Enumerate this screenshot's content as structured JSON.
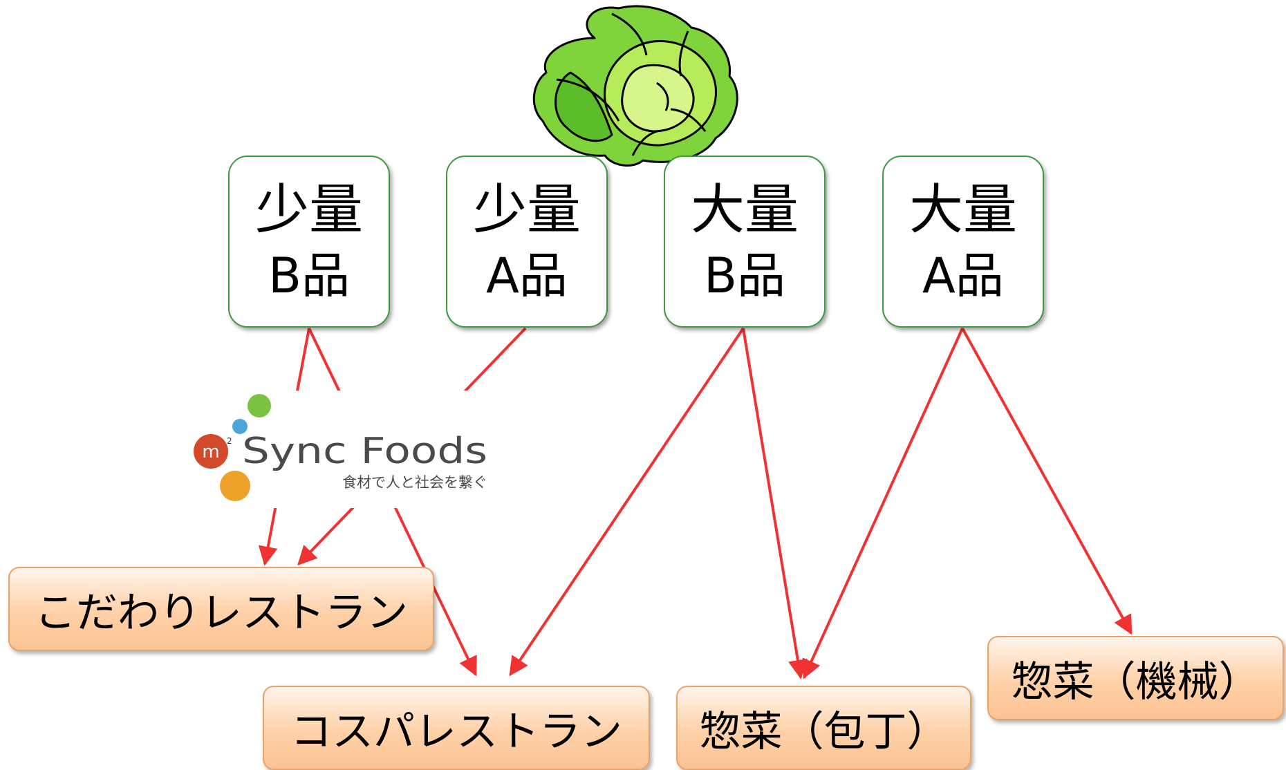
{
  "sources": [
    {
      "id": "s1",
      "line1": "少量",
      "line2": "B品"
    },
    {
      "id": "s2",
      "line1": "少量",
      "line2": "A品"
    },
    {
      "id": "s3",
      "line1": "大量",
      "line2": "B品"
    },
    {
      "id": "s4",
      "line1": "大量",
      "line2": "A品"
    }
  ],
  "destinations": [
    {
      "id": "d1",
      "label": "こだわりレストラン"
    },
    {
      "id": "d2",
      "label": "コスパレストラン"
    },
    {
      "id": "d3",
      "label": "惣菜（包丁）"
    },
    {
      "id": "d4",
      "label": "惣菜（機械）"
    }
  ],
  "logo": {
    "m_mark": "m",
    "superscript": "2",
    "brand": "Sync Foods",
    "tagline": "食材で人と社会を繋ぐ"
  },
  "colors": {
    "arrow": "#f03232",
    "source_border": "#3e9a3e",
    "destination_fill": "#ffd1a8",
    "destination_border": "#e8a468",
    "cabbage": "#7ed43a"
  },
  "icons": [
    "cabbage-illustration",
    "sync-foods-logo"
  ]
}
